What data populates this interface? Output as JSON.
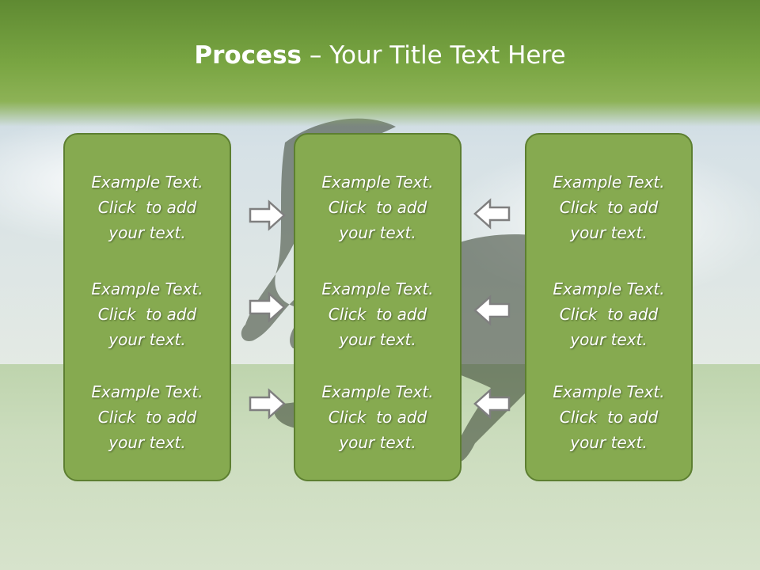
{
  "title": {
    "bold": "Process",
    "rest": " – Your Title Text Here"
  },
  "columns": [
    {
      "blocks": [
        {
          "lines": [
            "Example Text.",
            "Click  to add",
            "your text."
          ]
        },
        {
          "lines": [
            "Example Text.",
            "Click  to add",
            "your text."
          ]
        },
        {
          "lines": [
            "Example Text.",
            "Click  to add",
            "your text."
          ]
        }
      ]
    },
    {
      "blocks": [
        {
          "lines": [
            "Example Text.",
            "Click  to add",
            "your text."
          ]
        },
        {
          "lines": [
            "Example Text.",
            "Click  to add",
            "your text."
          ]
        },
        {
          "lines": [
            "Example Text.",
            "Click  to add",
            "your text."
          ]
        }
      ]
    },
    {
      "blocks": [
        {
          "lines": [
            "Example Text.",
            "Click  to add",
            "your text."
          ]
        },
        {
          "lines": [
            "Example Text.",
            "Click  to add",
            "your text."
          ]
        },
        {
          "lines": [
            "Example Text.",
            "Click  to add",
            "your text."
          ]
        }
      ]
    }
  ],
  "arrows": {
    "left_to_mid": [
      "right-arrow-icon",
      "right-arrow-icon",
      "right-arrow-icon"
    ],
    "right_to_mid": [
      "left-arrow-icon",
      "left-arrow-icon",
      "left-arrow-icon"
    ]
  },
  "colors": {
    "header_green": "#79a542",
    "panel_fill": "#86aa50",
    "panel_border": "#5d7f31",
    "arrow_fill": "#ffffff",
    "arrow_stroke": "#7f7f7f"
  }
}
